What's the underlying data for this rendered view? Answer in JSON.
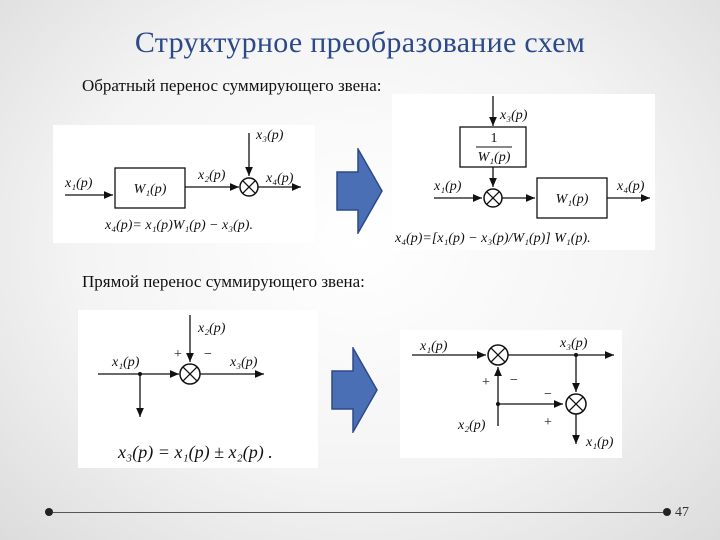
{
  "slide": {
    "title": "Структурное преобразование схем",
    "page_number": "47"
  },
  "section1": {
    "heading": "Обратный перенос суммирующего звена:",
    "left": {
      "x1": "x₁(p)",
      "block": "W₁(p)",
      "x2": "x₂(p)",
      "x3": "x₃(p)",
      "x4": "x₄(p)",
      "formula": "x₄(p)= x₁(p)W₁(p) − x₃(p)."
    },
    "right": {
      "x3": "x₃(p)",
      "block_num": "1",
      "block_den": "W₁(p)",
      "x1": "x₁(p)",
      "block": "W₁(p)",
      "x4": "x₄(p)",
      "formula": "x₄(p)=[x₁(p) − x₃(p)/W₁(p)] W₁(p)."
    }
  },
  "section2": {
    "heading": "Прямой перенос суммирующего звена:",
    "left": {
      "x2": "x₂(p)",
      "x1": "x₁(p)",
      "x3": "x₃(p)",
      "plus": "+",
      "minus": "−",
      "formula": "x₃(p) = x₁(p) ± x₂(p) ."
    },
    "right": {
      "x1": "x₁(p)",
      "x3": "x₃(p)",
      "x2": "x₂(p)",
      "x1_out": "x₁(p)",
      "plus_a": "+",
      "minus_a": "−",
      "minus_b": "−",
      "plus_b": "+"
    }
  },
  "colors": {
    "title": "#2c4a8a",
    "arrow_fill": "#4a6fb5",
    "arrow_stroke": "#2c4a8a"
  }
}
